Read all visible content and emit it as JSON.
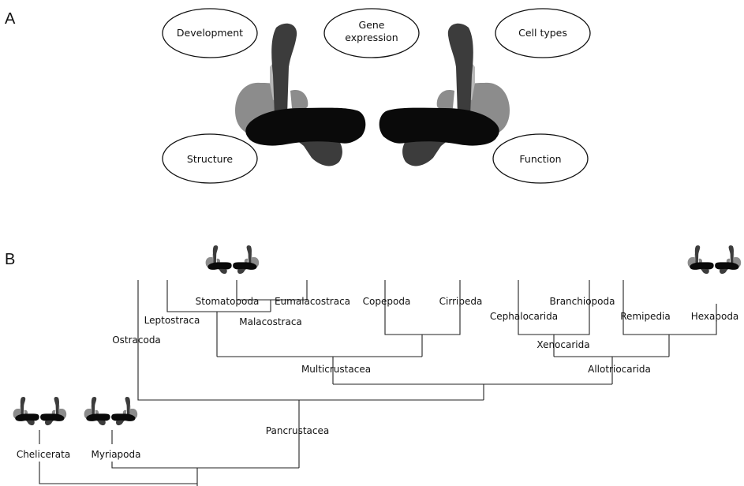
{
  "panels": {
    "a": {
      "label": "A"
    },
    "b": {
      "label": "B"
    }
  },
  "ovals": {
    "development": "Development",
    "gene_line1": "Gene",
    "gene_line2": "expression",
    "cell_types": "Cell types",
    "structure": "Structure",
    "function": "Function"
  },
  "taxa": {
    "stomatopoda": "Stomatopoda",
    "eumalacostraca": "Eumalacostraca",
    "malacostraca": "Malacostraca",
    "leptostraca": "Leptostraca",
    "ostracoda": "Ostracoda",
    "copepoda": "Copepoda",
    "cirripeda": "Cirripeda",
    "multicrustacea": "Multicrustacea",
    "branchiopoda": "Branchiopoda",
    "cephalocarida": "Cephalocarida",
    "xenocarida": "Xenocarida",
    "remipedia": "Remipedia",
    "hexapoda": "Hexapoda",
    "allotriocarida": "Allotriocarida",
    "pancrustacea": "Pancrustacea",
    "chelicerata": "Chelicerata",
    "myriapoda": "Myriapoda"
  },
  "colors": {
    "black": "#0a0a0a",
    "dark_gray": "#3c3c3c",
    "mid_gray": "#8c8c8c",
    "light_gray": "#b8b8b8"
  }
}
